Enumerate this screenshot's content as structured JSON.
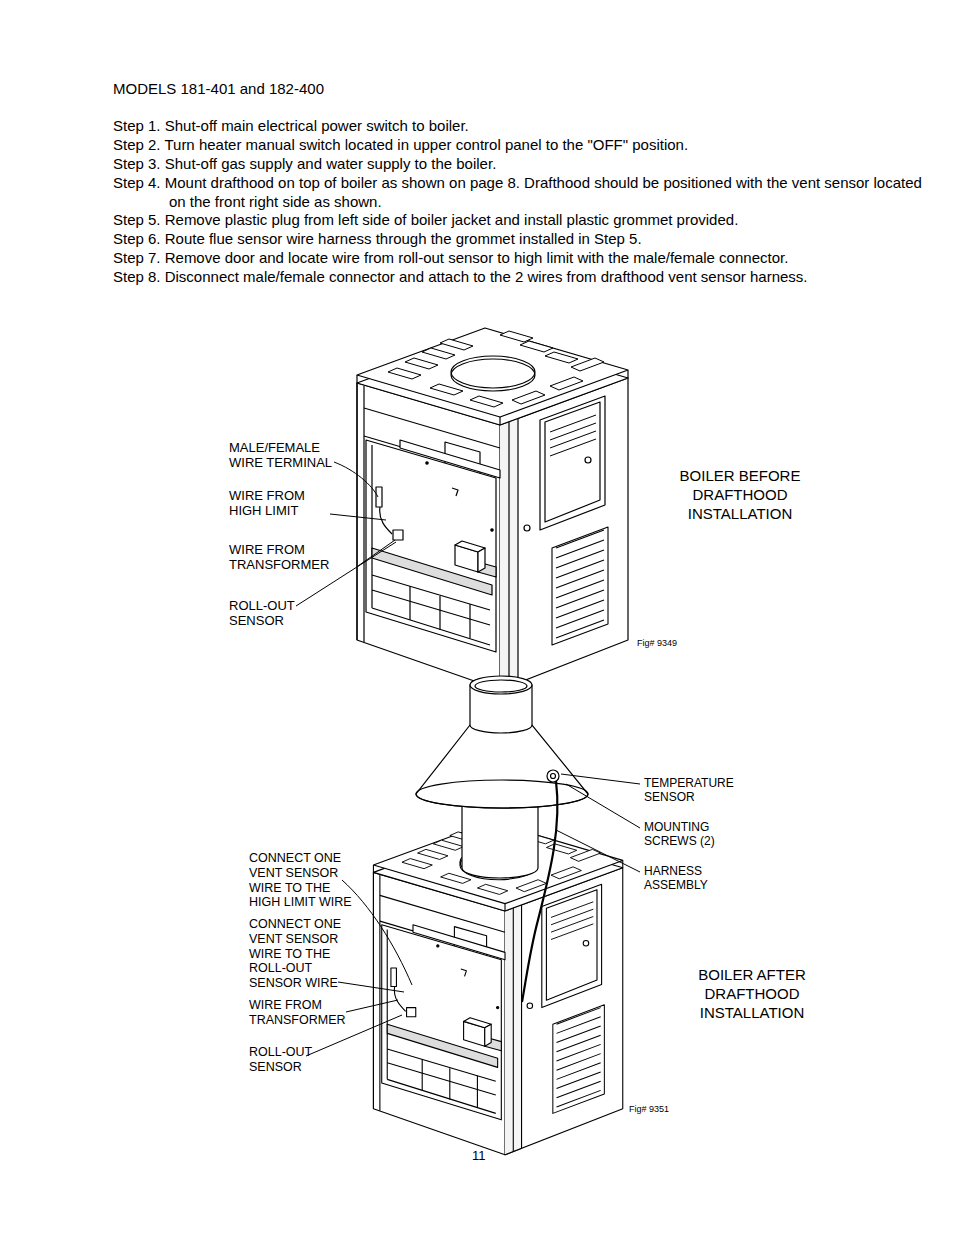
{
  "diagram": {
    "title": "MODELS 181-401 and 182-400",
    "labels": [
      "Step 1. Shut-off main electrical power switch to boiler.",
      "Step 2. Turn heater manual switch located in upper control panel to the \"OFF\" position.",
      "Step 3. Shut-off gas supply and water supply to the boiler.",
      "Step 4. Mount drafthood on top of boiler as shown on page 8. Drafthood should be positioned with the vent sensor located on the front right side as shown.",
      "Step 5. Remove plastic plug from left side of boiler jacket and install plastic grommet provided.",
      "Step 6. Route flue sensor wire harness through the grommet installed in Step 5.",
      "Step 7. Remove door and locate wire from roll-out sensor to high limit with the male/female connector.",
      "Step 8. Disconnect male/female connector and attach to the 2 wires from drafthood vent sensor harness.",
      "MALE/FEMALE WIRE TERMINAL",
      "WIRE FROM HIGH LIMIT",
      "WIRE FROM TRANSFORMER",
      "ROLL-OUT SENSOR",
      "BOILER BEFORE DRAFTHOOD INSTALLATION",
      "Fig# 9349",
      "TEMPERATURE SENSOR",
      "MOUNTING SCREWS (2)",
      "HARNESS ASSEMBLY",
      "CONNECT ONE VENT SENSOR WIRE TO THE HIGH LIMIT WIRE",
      "CONNECT ONE VENT SENSOR WIRE TO THE ROLL-OUT SENSOR WIRE",
      "WIRE FROM TRANSFORMER",
      "ROLL-OUT SENSOR",
      "BOILER AFTER DRAFTHOOD INSTALLATION",
      "Fig# 9351",
      "11"
    ]
  }
}
